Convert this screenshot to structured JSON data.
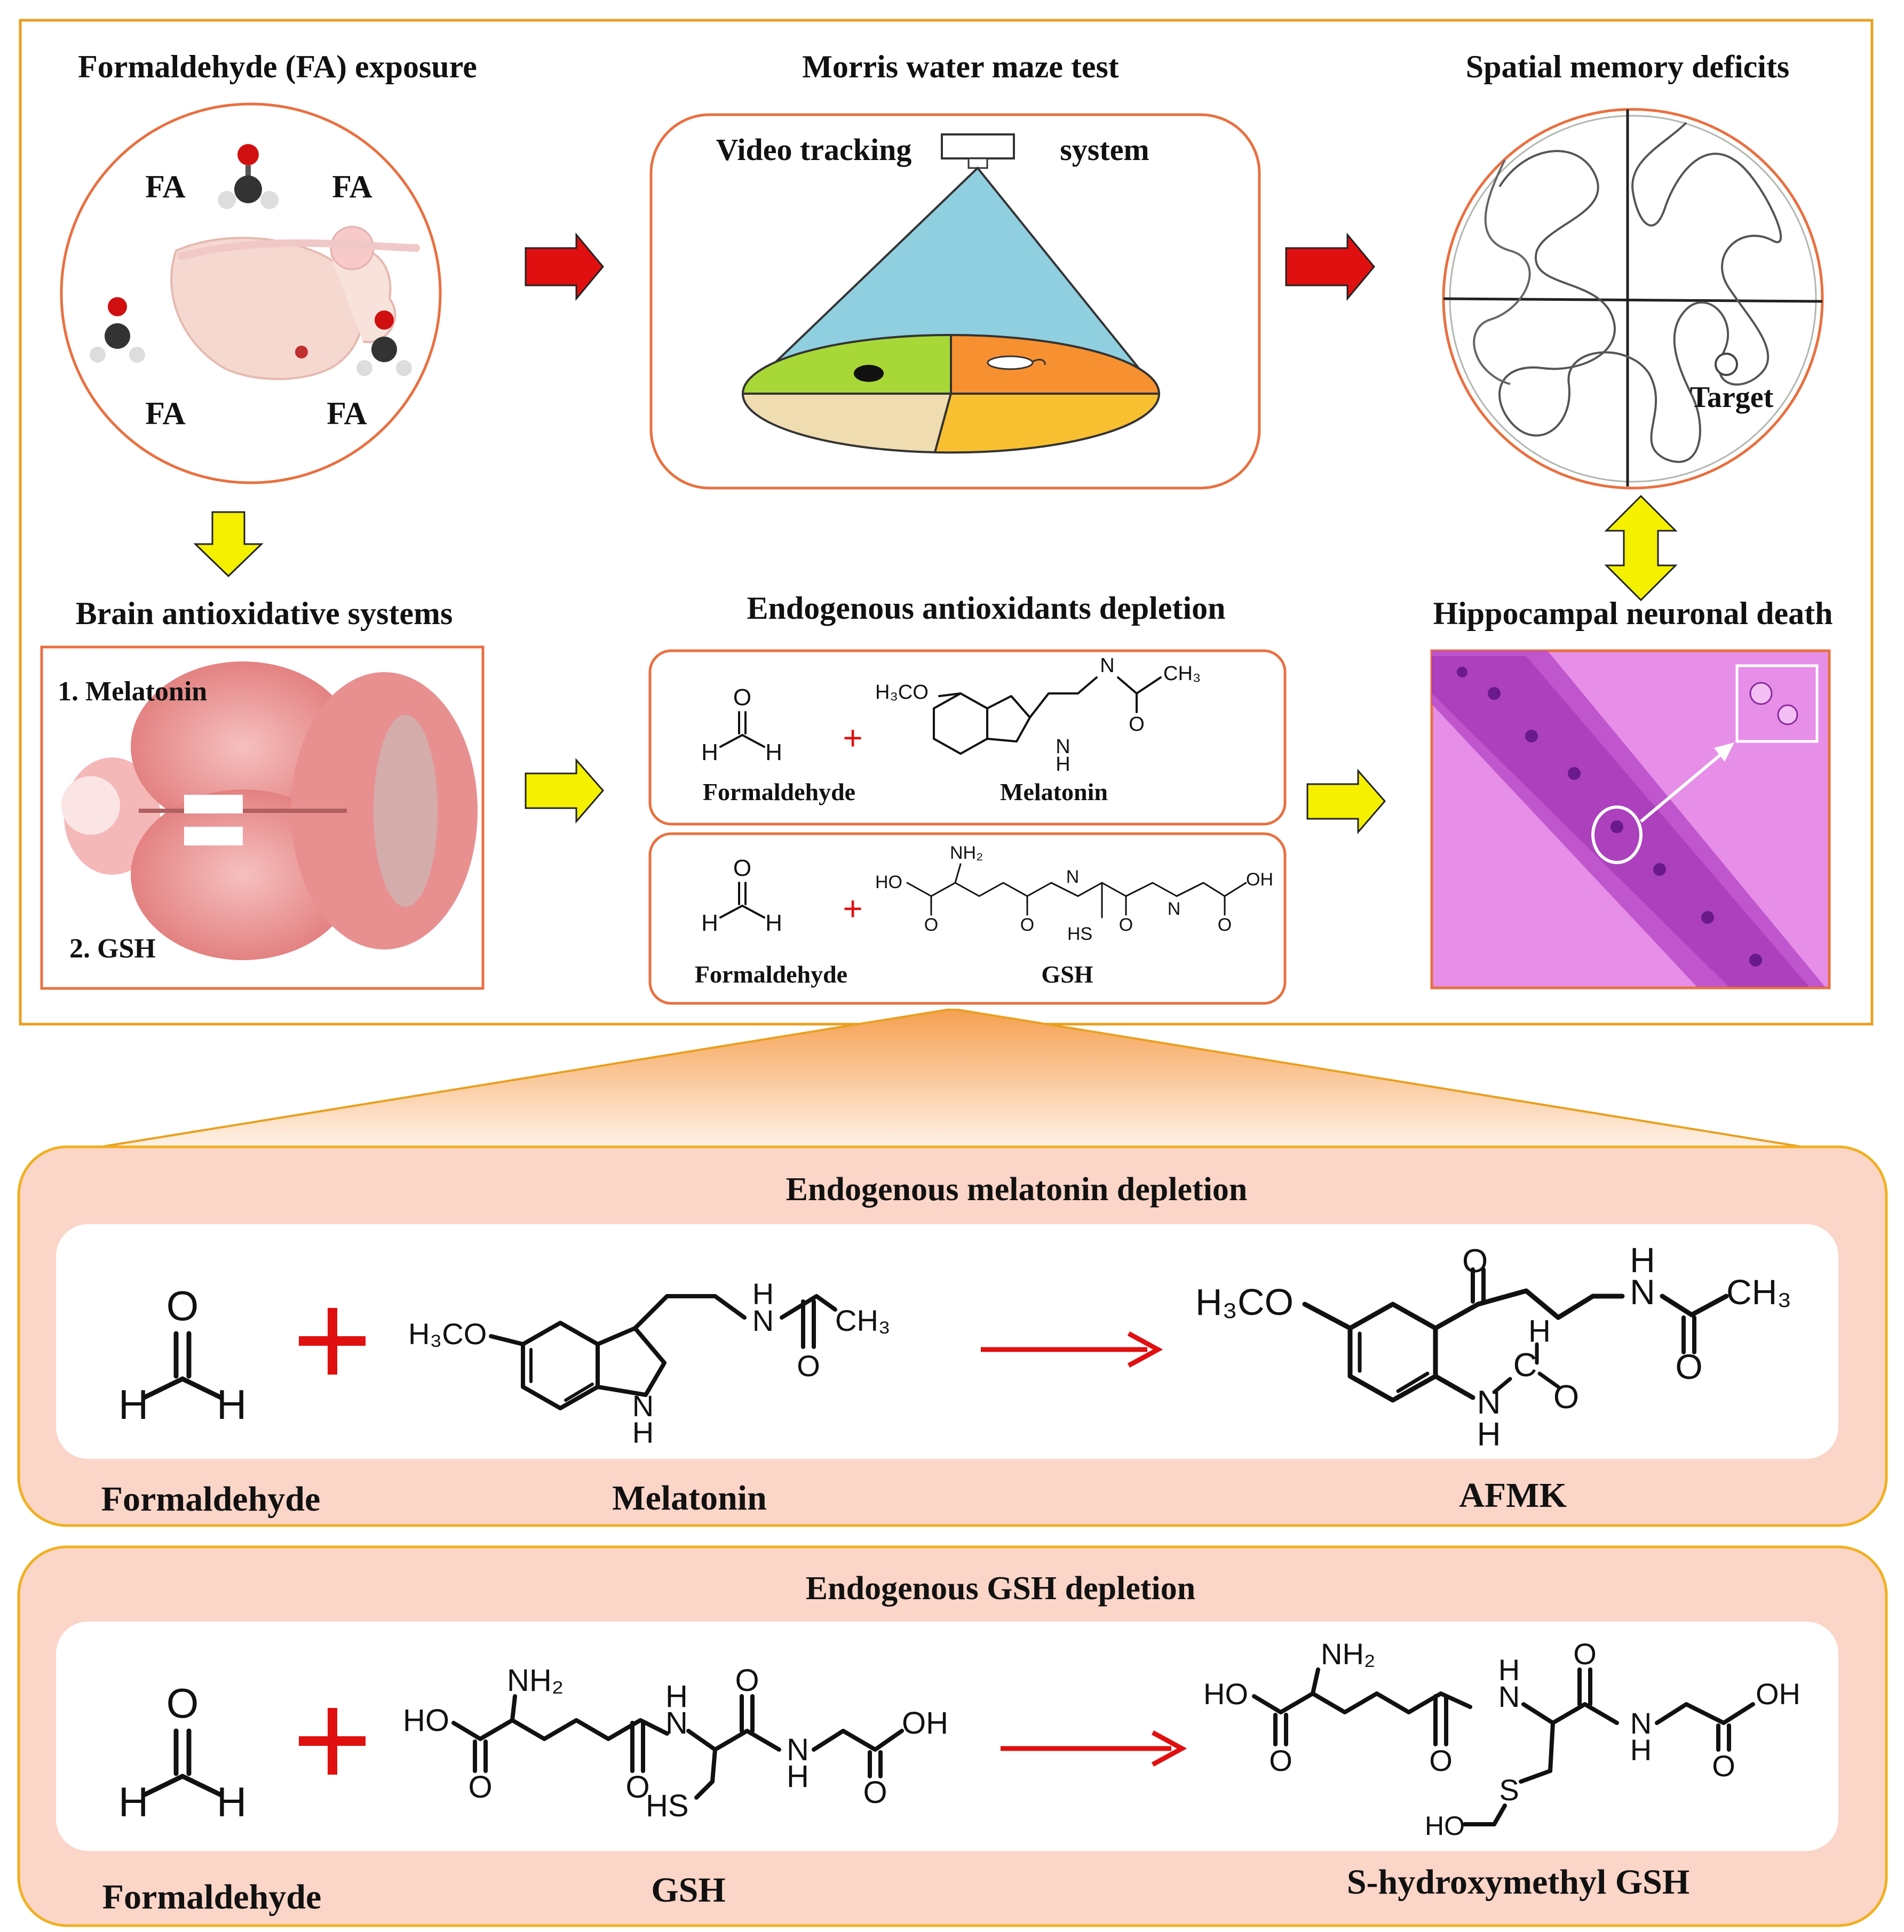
{
  "panels": {
    "fa_exposure": {
      "title": "Formaldehyde (FA) exposure",
      "labels": [
        "FA",
        "FA",
        "FA",
        "FA"
      ]
    },
    "morris": {
      "title": "Morris water maze test",
      "video": "Video tracking",
      "system": "system"
    },
    "spatial": {
      "title": "Spatial memory deficits",
      "target": "Target"
    },
    "brain": {
      "title": "Brain antioxidative systems",
      "item1": "1. Melatonin",
      "item2": "2. GSH"
    },
    "depletion": {
      "title": "Endogenous antioxidants depletion",
      "row1_left": "Formaldehyde",
      "row1_right": "Melatonin",
      "row2_left": "Formaldehyde",
      "row2_right": "GSH"
    },
    "hippocampal": {
      "title": "Hippocampal neuronal death"
    }
  },
  "melatonin_section": {
    "title": "Endogenous melatonin depletion",
    "labels": [
      "Formaldehyde",
      "Melatonin",
      "AFMK"
    ]
  },
  "gsh_section": {
    "title": "Endogenous GSH depletion",
    "labels": [
      "Formaldehyde",
      "GSH",
      "S-hydroxymethyl GSH"
    ]
  },
  "chem": {
    "H": "H",
    "O": "O",
    "N": "N",
    "NH2": "NH₂",
    "CH3": "CH₃",
    "H3CO": "H₃CO",
    "HO": "HO",
    "OH": "OH",
    "HS": "HS",
    "S": "S",
    "C": "C",
    "plus": "+"
  },
  "colors": {
    "frame": "#e8a020",
    "circle": "#e87040",
    "red_arrow": "#e01010",
    "yellow_arrow": "#f4f000",
    "section_fill": "#fbd5c8",
    "stain": "#d040d0"
  }
}
